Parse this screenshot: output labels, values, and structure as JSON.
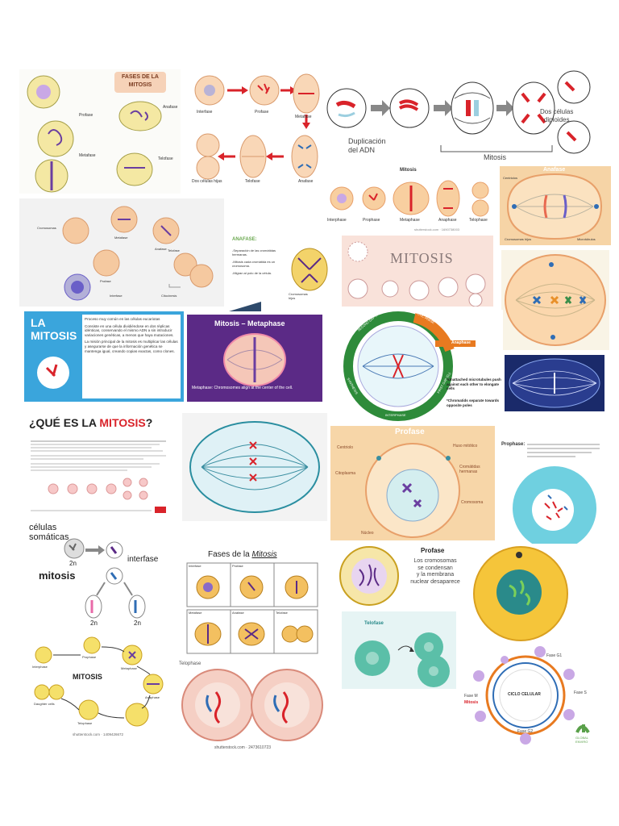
{
  "tiles": {
    "fases_mitosis_poster": {
      "title_line1": "FASES DE LA",
      "title_line2": "MITOSIS",
      "labels": [
        "Profase",
        "Metafase",
        "Anafase",
        "Telofase"
      ]
    },
    "mitosis_arrows": {
      "labels": [
        "Interfase",
        "Profase",
        "Metafase",
        "Dos células hijas",
        "Telofase",
        "Anafase"
      ]
    },
    "duplicacion": {
      "dup_line1": "Duplicación",
      "dup_line2": "del ADN",
      "dos_line1": "Dos células",
      "dos_line2": "diploides",
      "mitosis": "Mitosis"
    },
    "phases_strip": {
      "title": "Mitosis",
      "labels": [
        "Interphase",
        "Prophase",
        "Metaphase",
        "Anaphase",
        "Telophase"
      ],
      "credit": "shutterstock.com · 1690738003"
    },
    "anafase_cell": {
      "title": "Anafase",
      "labels": [
        "Centriolos",
        "Cromosomas hijos",
        "Microtúbulos"
      ]
    },
    "cycle_labels": {
      "labels": [
        "Cromosomas",
        "Metafase",
        "Anafase",
        "Profase",
        "Telofase",
        "Interfase",
        "Citocinesis"
      ]
    },
    "anafase_text": {
      "heading": "ANAFASE:",
      "lines": [
        "-Separación de las cromátidas hermanas.",
        "-Mitosis cada cromátida es un cromosoma.",
        "-Migran al polo de la célula."
      ],
      "caption_line1": "Cromosomas",
      "caption_line2": "hijos"
    },
    "mitosis_word": {
      "word": "MITOSIS"
    },
    "la_mitosis": {
      "line1": "LA",
      "line2": "MITOSIS",
      "bullets": [
        "Proceso muy común en las células eucariotas",
        "Consiste en una célula dividiéndose en dos réplicas idénticas, conservando el mismo ADN a sin introducir variaciones genéticas, a menos que haya mutaciones.",
        "La misión principal de la mitosis es multiplicar las células y asegurarse de que la información genética se mantenga igual, creando copias exactas, como clones."
      ]
    },
    "metaphase_purple": {
      "title": "Mitosis – Metaphase",
      "caption": "Metaphase: Chromosomes align at the center of the cell."
    },
    "cell_cycle_green": {
      "ring_labels": [
        "SECOND GAP (G₂)",
        "MITOTIC PHASE",
        "FIRST GAP (G₁)",
        "SYNTHESIS",
        "INTERPHASE"
      ],
      "anaphase": "Anaphase",
      "note1": "*Unattached microtubules push against each other to elongate cells",
      "note2": "*Chromatids separate towards opposite poles"
    },
    "que_es": {
      "title_pre": "¿QUÉ ES LA ",
      "title_hl": "MITOSIS",
      "title_post": "?"
    },
    "profase_big": {
      "title": "Profase",
      "labels": [
        "Centriolo",
        "Huso mitótico",
        "Citoplasma",
        "Cromátidas hermanas",
        "Cromosoma",
        "Núcleo"
      ]
    },
    "prophase_cyan": {
      "title": "Prophase:"
    },
    "celulas_somaticas": {
      "line1": "células",
      "line2": "somáticas",
      "n1": "2n",
      "interfase": "interfase",
      "mitosis": "mitosis",
      "n2": "2n",
      "n3": "2n"
    },
    "fases_table": {
      "title_pre": "Fases de la ",
      "title_hl": "Mitosis",
      "heads": [
        "Interfase",
        "Profase",
        "",
        "Metafase",
        "Anafase",
        "Telofase"
      ]
    },
    "profase_text": {
      "title": "Profase",
      "line1": "Los cromosomas",
      "line2": "se condensan",
      "line3": "y la membrana",
      "line4": "nuclear desaparece"
    },
    "telofase_teal": {
      "title": "Telofase"
    },
    "mitosis_circle": {
      "title": "MITOSIS",
      "labels": [
        "Interphase",
        "Prophase",
        "Metaphase",
        "Anaphase",
        "Telophase",
        "Daughter cells"
      ],
      "credit": "shutterstock.com · 1409426672"
    },
    "telophase_big": {
      "title": "Telophase",
      "credit": "shutterstock.com · 2473610723"
    },
    "ciclo_celular": {
      "center": "CICLO CELULAR",
      "labels": [
        "Fase G1",
        "Fase S",
        "Fase G2",
        "Fase M",
        "Mitosis"
      ],
      "brand_line1": "GLOBAL",
      "brand_line2": "ENVIRO"
    }
  },
  "colors": {
    "cell": "#f8cfa0",
    "cell_edge": "#e8a06a",
    "red": "#d9232a",
    "blue": "#2f6db5",
    "purple": "#5b2a86"
  }
}
